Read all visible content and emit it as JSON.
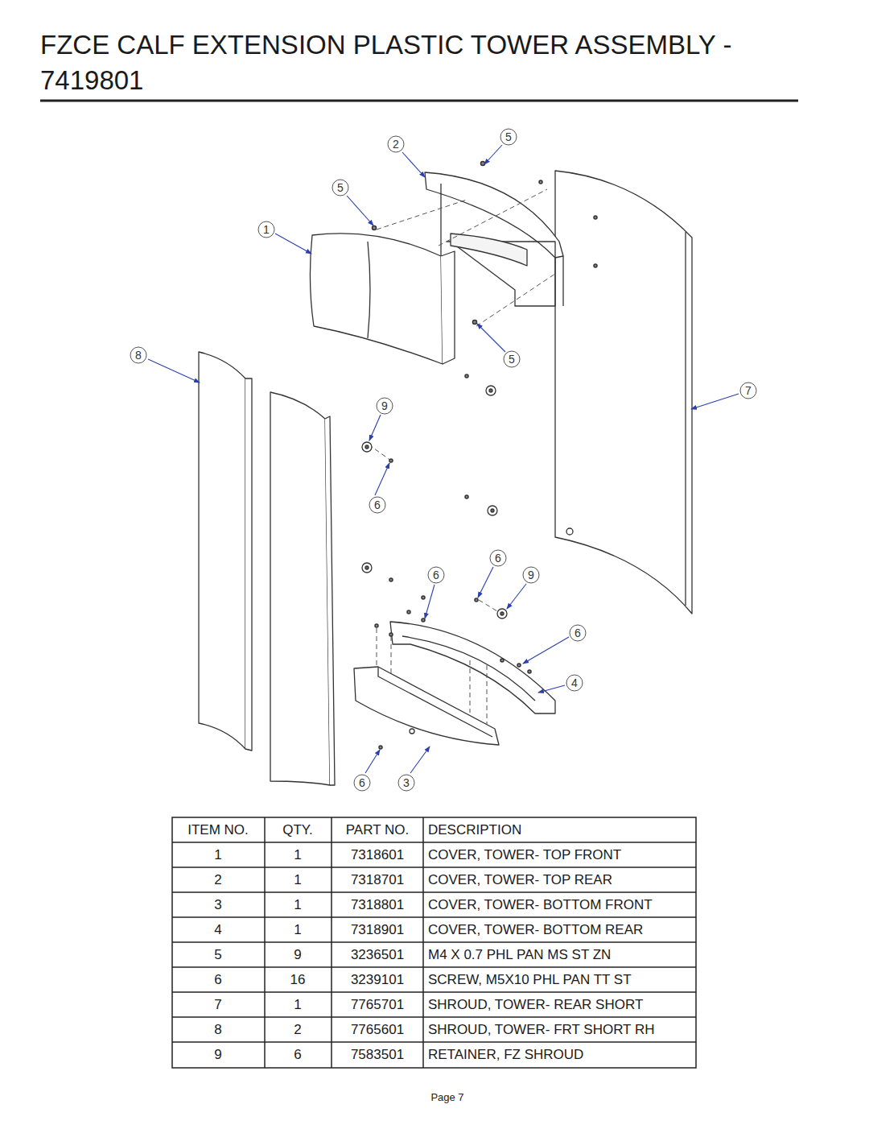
{
  "diagram": {
    "title": "FZCE CALF EXTENSION PLASTIC TOWER ASSEMBLY - 7419801",
    "nodes": [
      {
        "text": [
          "2"
        ]
      },
      {
        "text": [
          "5"
        ]
      },
      {
        "text": [
          "5"
        ]
      },
      {
        "text": [
          "1"
        ]
      },
      {
        "text": [
          "8"
        ]
      },
      {
        "text": [
          "5"
        ]
      },
      {
        "text": [
          "7"
        ]
      },
      {
        "text": [
          "9"
        ]
      },
      {
        "text": [
          "6"
        ]
      },
      {
        "text": [
          "6"
        ]
      },
      {
        "text": [
          "6"
        ]
      },
      {
        "text": [
          "9"
        ]
      },
      {
        "text": [
          "6"
        ]
      },
      {
        "text": [
          "4"
        ]
      },
      {
        "text": [
          "6"
        ]
      },
      {
        "text": [
          "3"
        ]
      }
    ],
    "labels": [
      "ITEM NO.",
      "QTY.",
      "PART NO.",
      "DESCRIPTION",
      "1",
      "1",
      "7318601",
      "COVER, TOWER- TOP FRONT",
      "2",
      "1",
      "7318701",
      "COVER, TOWER- TOP REAR",
      "3",
      "1",
      "7318801",
      "COVER, TOWER- BOTTOM FRONT",
      "4",
      "1",
      "7318901",
      "COVER, TOWER- BOTTOM REAR",
      "5",
      "9",
      "3236501",
      "M4 X 0.7 PHL PAN MS ST ZN",
      "6",
      "16",
      "3239101",
      "SCREW, M5X10 PHL PAN TT ST",
      "7",
      "1",
      "7765701",
      "SHROUD, TOWER- REAR SHORT",
      "8",
      "2",
      "7765601",
      "SHROUD, TOWER- FRT SHORT RH",
      "9",
      "6",
      "7583501",
      "RETAINER, FZ SHROUD",
      "Page 7"
    ]
  }
}
